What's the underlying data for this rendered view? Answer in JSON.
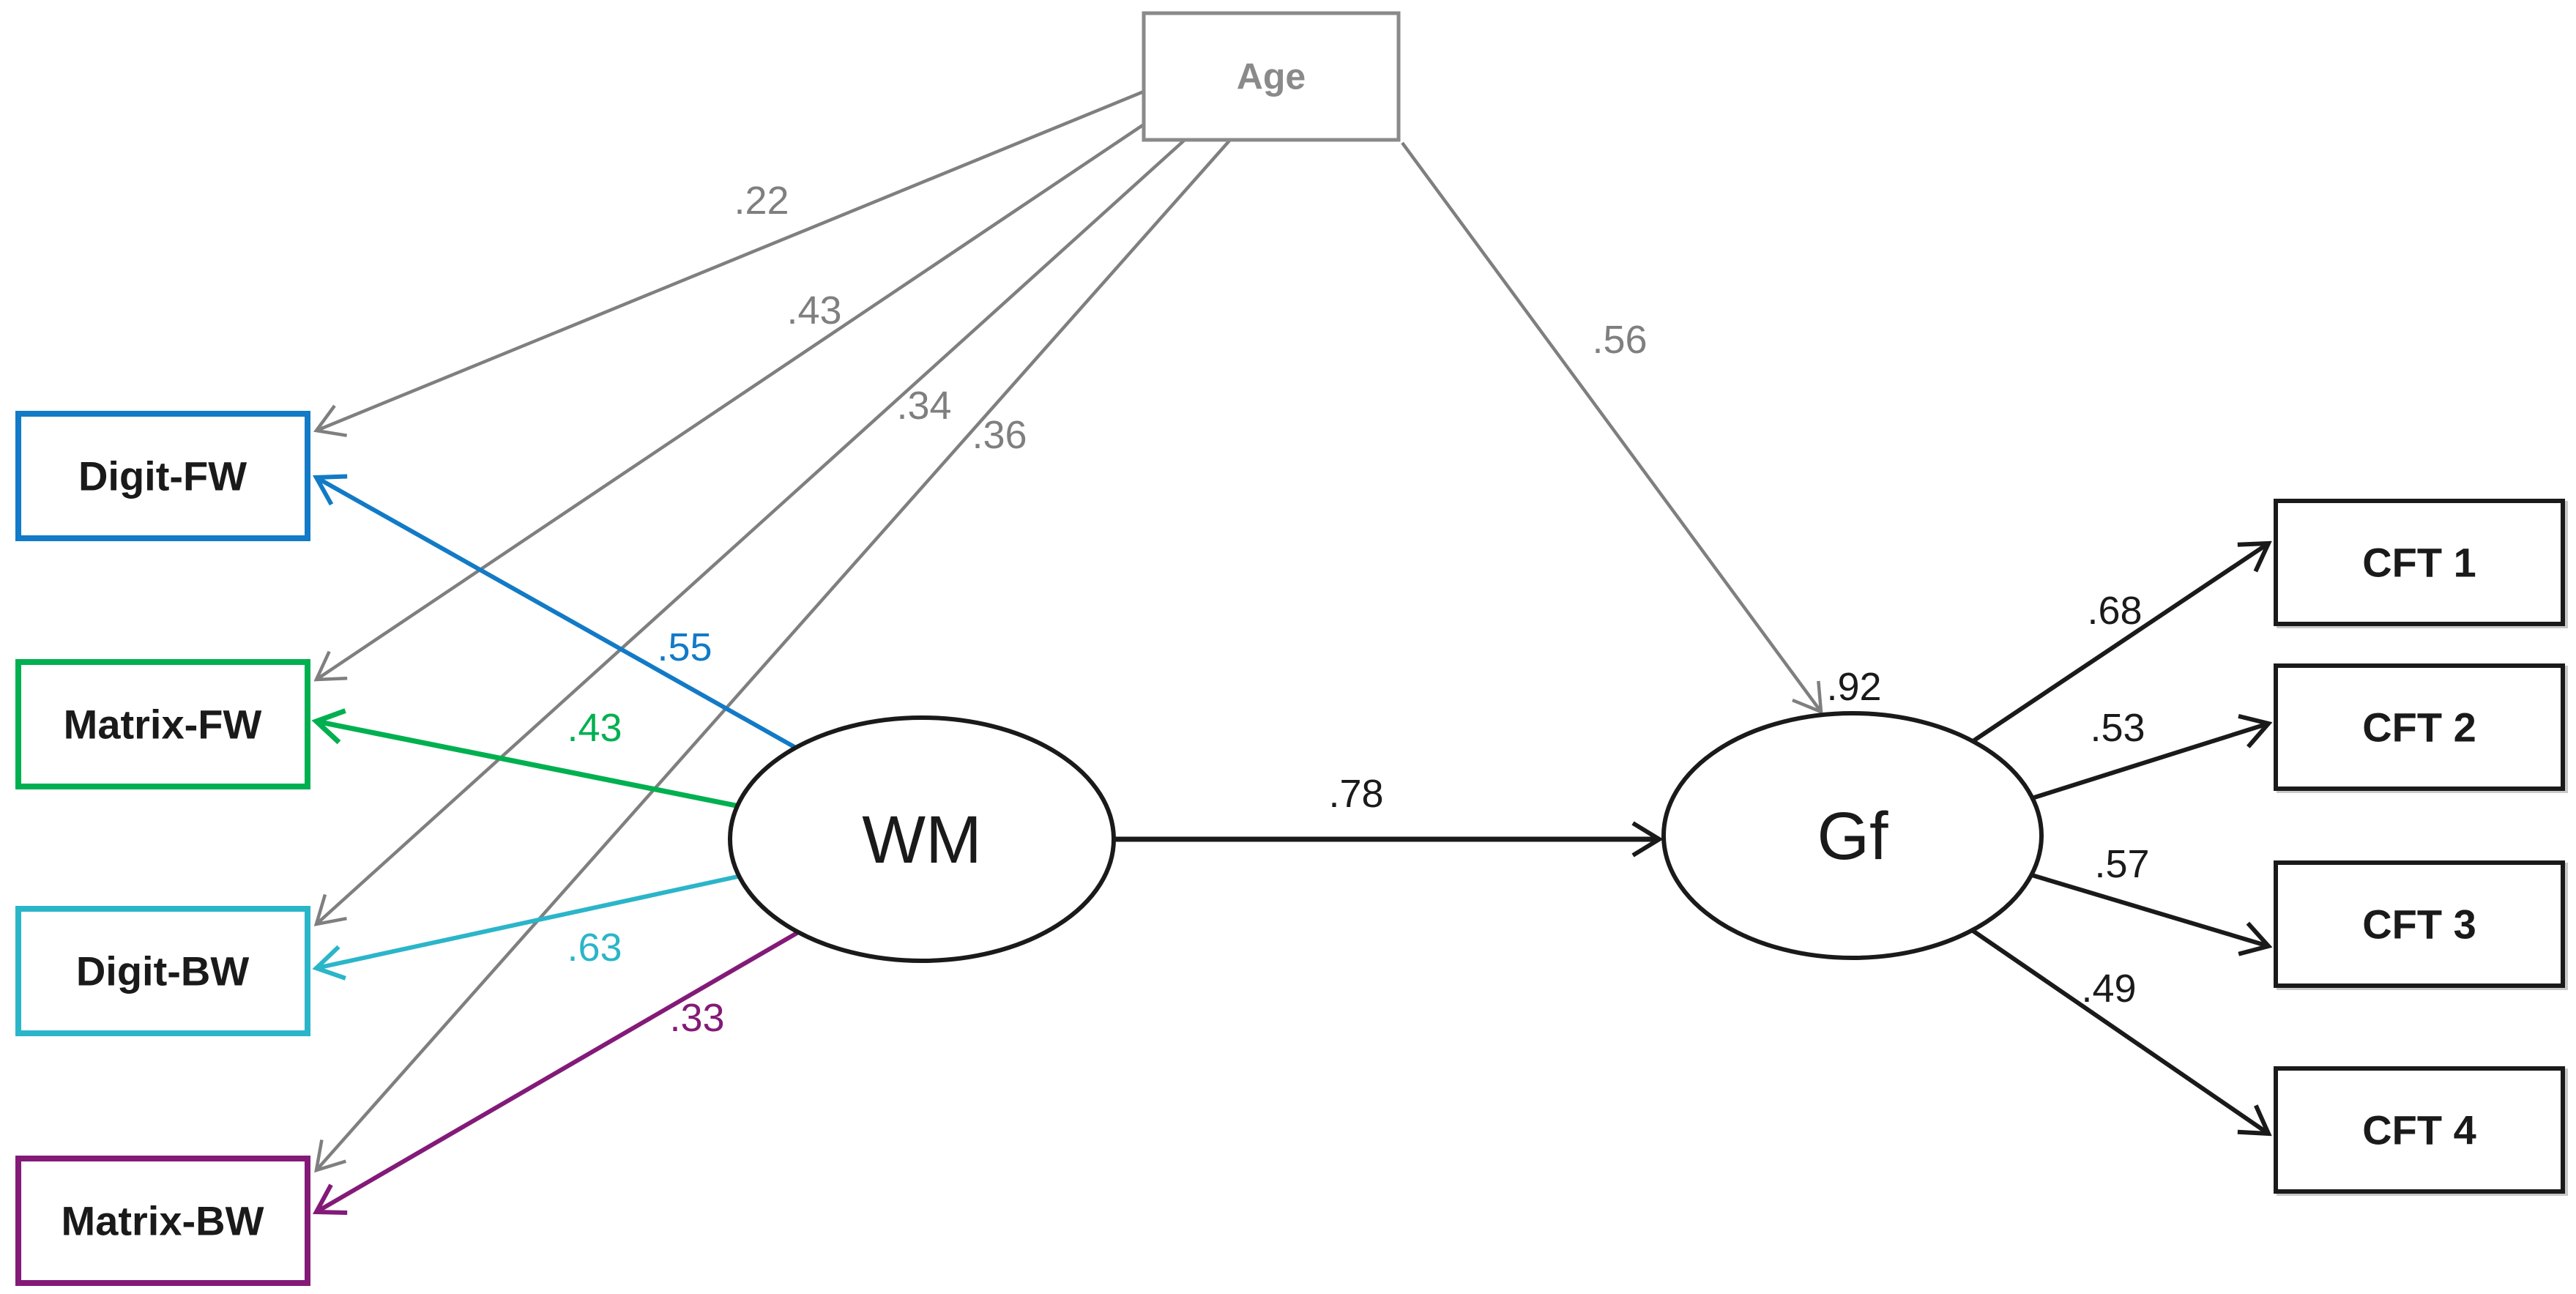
{
  "figure": {
    "type": "structural-equation-model-path-diagram",
    "colors": {
      "gray": "#7f7f7f",
      "black": "#1a1a1a",
      "blue": "#127ac6",
      "green": "#00b050",
      "cyan": "#2bb5c9",
      "purple": "#831a78"
    },
    "nodes": {
      "age": {
        "label": "Age",
        "shape": "rectangle",
        "border_color": "#8a8a8a"
      },
      "wm": {
        "label": "WM",
        "shape": "ellipse",
        "border_color": "#1a1a1a"
      },
      "gf": {
        "label": "Gf",
        "shape": "ellipse",
        "border_color": "#1a1a1a"
      },
      "digit_fw": {
        "label": "Digit-FW",
        "shape": "rectangle",
        "border_color": "#127ac6"
      },
      "matrix_fw": {
        "label": "Matrix-FW",
        "shape": "rectangle",
        "border_color": "#00b050"
      },
      "digit_bw": {
        "label": "Digit-BW",
        "shape": "rectangle",
        "border_color": "#2bb5c9"
      },
      "matrix_bw": {
        "label": "Matrix-BW",
        "shape": "rectangle",
        "border_color": "#831a78"
      },
      "cft1": {
        "label": "CFT 1",
        "shape": "rectangle",
        "border_color": "#1a1a1a"
      },
      "cft2": {
        "label": "CFT 2",
        "shape": "rectangle",
        "border_color": "#1a1a1a"
      },
      "cft3": {
        "label": "CFT 3",
        "shape": "rectangle",
        "border_color": "#1a1a1a"
      },
      "cft4": {
        "label": "CFT 4",
        "shape": "rectangle",
        "border_color": "#1a1a1a"
      }
    },
    "paths": {
      "age_digit_fw": ".22",
      "age_matrix_fw": ".43",
      "age_digit_bw": ".34",
      "age_matrix_bw": ".36",
      "age_gf": ".56",
      "wm_digit_fw": ".55",
      "wm_matrix_fw": ".43",
      "wm_digit_bw": ".63",
      "wm_matrix_bw": ".33",
      "wm_gf": ".78",
      "gf_r2": ".92",
      "gf_cft1": ".68",
      "gf_cft2": ".53",
      "gf_cft3": ".57",
      "gf_cft4": ".49"
    }
  }
}
